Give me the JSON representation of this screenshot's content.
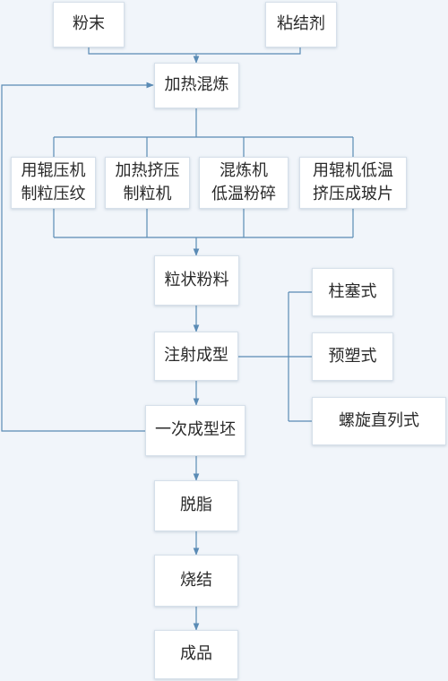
{
  "inputs": {
    "powder": "粉末",
    "binder": "粘结剂"
  },
  "mixing": "加热混炼",
  "granulation": {
    "roller_texture": "用辊压机\n制粒压纹",
    "heated_extrusion": "加热挤压\n制粒机",
    "low_temp_crush": "混炼机\n低温粉碎",
    "roller_sheet": "用辊机低温\n挤压成玻片"
  },
  "granular_powder": "粒状粉料",
  "injection": "注射成型",
  "injection_types": {
    "plunger": "柱塞式",
    "preplastic": "预塑式",
    "screw": "螺旋直列式"
  },
  "green_body": "一次成型坯",
  "debinding": "脱脂",
  "sintering": "烧结",
  "product": "成品",
  "colors": {
    "line": "#5a8bb5",
    "background": "#f1f5fa",
    "box": "#ffffff"
  }
}
